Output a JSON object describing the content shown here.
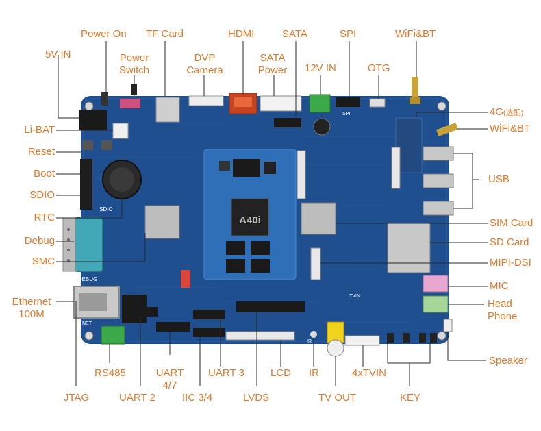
{
  "colors": {
    "accent": "#e8782a",
    "leader": "#2a2a2a",
    "pcb": "#1f4f8e",
    "pcb_dark": "#173d70",
    "som": "#2f6fb8"
  },
  "board": {
    "som_chip_label": "A40i",
    "debug_silk": "DEBUG",
    "sdio_silk": "SDIO",
    "net_silk": "NET",
    "spi_silk": "SPI",
    "tvin_silk": "TVIN",
    "ir_silk": "IR"
  },
  "labels": {
    "power_on": "Power On",
    "tf_card": "TF Card",
    "hdmi": "HDMI",
    "sata": "SATA",
    "spi": "SPI",
    "wifi_bt_top": "WiFi&BT",
    "v5_in": "5V IN",
    "power_switch_1": "Power",
    "power_switch_2": "Switch",
    "dvp_1": "DVP",
    "dvp_2": "Camera",
    "sata_power_1": "SATA",
    "sata_power_2": "Power",
    "v12_in": "12V IN",
    "otg": "OTG",
    "li_bat": "Li-BAT",
    "reset": "Reset",
    "boot": "Boot",
    "sdio": "SDIO",
    "rtc": "RTC",
    "debug": "Debug",
    "smc": "SMC",
    "ethernet_1": "Ethernet",
    "ethernet_2": "100M",
    "g4_main": "4G",
    "g4_note": "(选配)",
    "wifi_bt_right": "WiFi&BT",
    "usb": "USB",
    "sim_card": "SIM Card",
    "sd_card": "SD Card",
    "mipi_dsi": "MIPI-DSI",
    "mic": "MIC",
    "head_1": "Head",
    "head_2": "Phone",
    "speaker": "Speaker",
    "rs485": "RS485",
    "uart47_1": "UART",
    "uart47_2": "4/7",
    "uart3": "UART 3",
    "lvds_top": "LCD",
    "ir": "IR",
    "tvin": "4xTVIN",
    "jtag": "JTAG",
    "uart2": "UART 2",
    "iic": "IIC 3/4",
    "lvds": "LVDS",
    "tv_out": "TV OUT",
    "key": "KEY"
  }
}
